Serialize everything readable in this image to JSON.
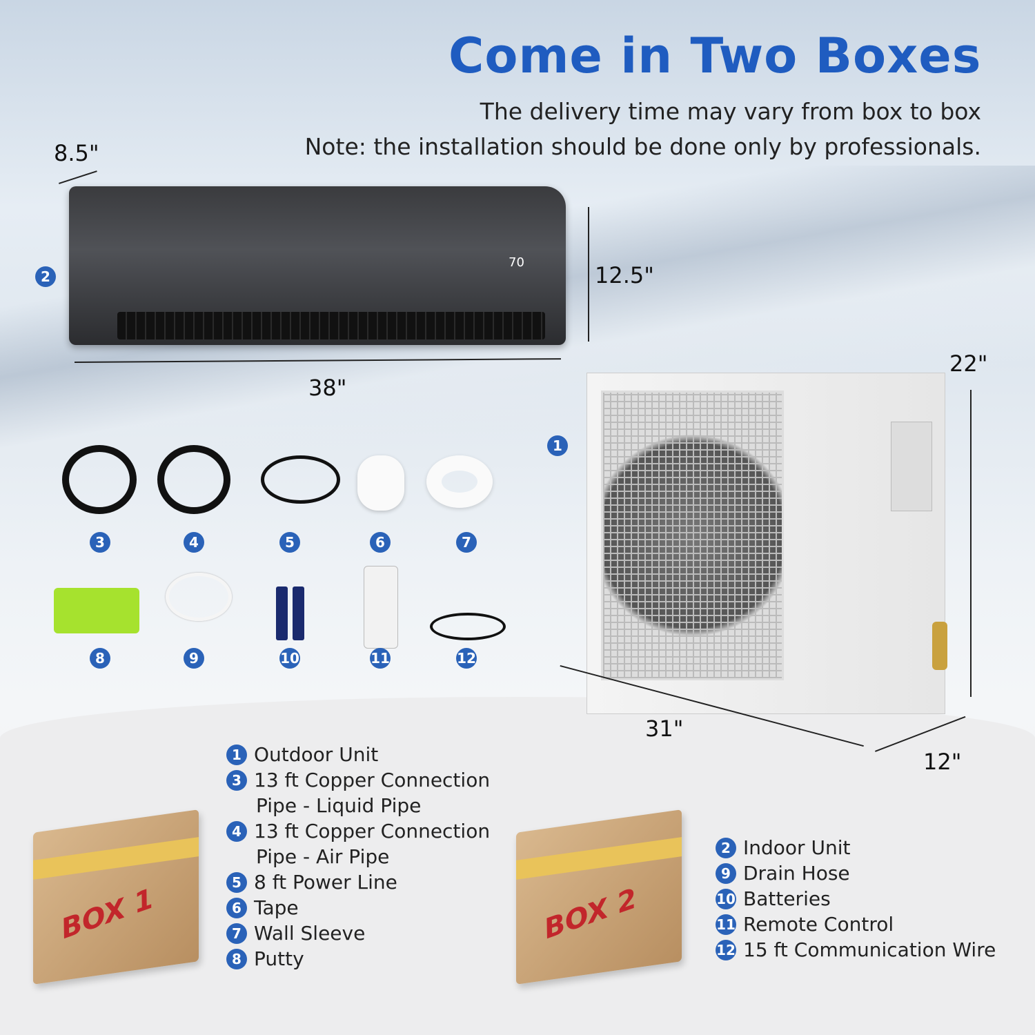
{
  "header": {
    "title": "Come in Two Boxes",
    "line1": "The delivery time may vary from box to box",
    "line2": "Note: the installation should be done only by professionals."
  },
  "indoor_unit": {
    "number": "2",
    "display": "70",
    "depth": "8.5\"",
    "height": "12.5\"",
    "width": "38\""
  },
  "outdoor_unit": {
    "number": "1",
    "height": "22\"",
    "width": "31\"",
    "depth": "12\""
  },
  "accessories": [
    {
      "n": "3"
    },
    {
      "n": "4"
    },
    {
      "n": "5"
    },
    {
      "n": "6"
    },
    {
      "n": "7"
    },
    {
      "n": "8"
    },
    {
      "n": "9"
    },
    {
      "n": "10"
    },
    {
      "n": "11"
    },
    {
      "n": "12"
    }
  ],
  "box1": {
    "label": "BOX 1",
    "items": [
      {
        "n": "1",
        "text": "Outdoor Unit"
      },
      {
        "n": "3",
        "text": "13 ft  Copper Connection",
        "cont": "Pipe - Liquid Pipe"
      },
      {
        "n": "4",
        "text": "13 ft  Copper Connection",
        "cont": "Pipe - Air Pipe"
      },
      {
        "n": "5",
        "text": "8 ft Power Line"
      },
      {
        "n": "6",
        "text": "Tape"
      },
      {
        "n": "7",
        "text": "Wall Sleeve"
      },
      {
        "n": "8",
        "text": "Putty"
      }
    ]
  },
  "box2": {
    "label": "BOX 2",
    "items": [
      {
        "n": "2",
        "text": "Indoor Unit"
      },
      {
        "n": "9",
        "text": "Drain Hose"
      },
      {
        "n": "10",
        "text": "Batteries"
      },
      {
        "n": "11",
        "text": "Remote Control"
      },
      {
        "n": "12",
        "text": "15 ft Communication Wire"
      }
    ]
  },
  "colors": {
    "accent": "#1f5cc0",
    "badge": "#2a62b8",
    "box": "#c9a26f",
    "box_text": "#c2262b"
  }
}
